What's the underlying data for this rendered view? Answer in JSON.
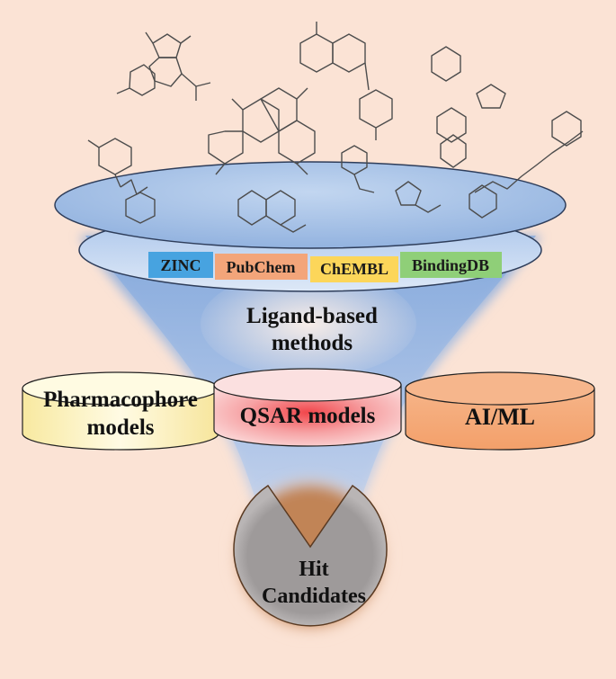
{
  "databases": [
    "ZINC",
    "PubChem",
    "ChEMBL",
    "BindingDB"
  ],
  "colors": {
    "background": "#fbe3d5",
    "funnel": "#9fbde6",
    "disk": "#a9c8ea",
    "disk_outline": "#2e3d5a",
    "zinc": "#47a3e0",
    "pubchem": "#f3a57a",
    "chembl": "#fcd65a",
    "bindingdb": "#8fcf78",
    "pharmacophore": "#fcf1b9",
    "qsar": "#f07c80",
    "aiml": "#f4ab79",
    "hit": "#9b9797"
  },
  "method_label": [
    "Ligand-based",
    "methods"
  ],
  "methods": {
    "pharmacophore": [
      "Pharmacophore",
      "models"
    ],
    "qsar": "QSAR models",
    "aiml": "AI/ML"
  },
  "hit_label": [
    "Hit",
    "Candidates"
  ]
}
